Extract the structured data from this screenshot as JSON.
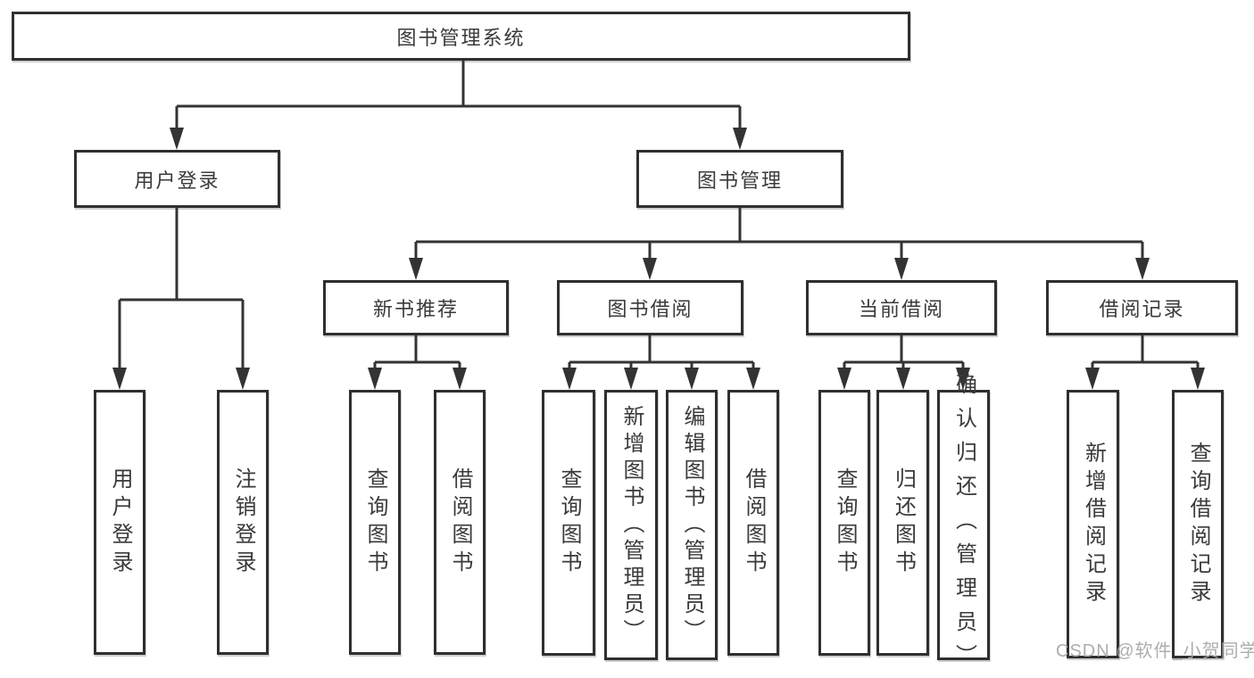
{
  "tree": {
    "label": "图书管理系统",
    "children": [
      {
        "label": "用户登录",
        "children": [
          {
            "label": "用户登录"
          },
          {
            "label": "注销登录"
          }
        ]
      },
      {
        "label": "图书管理",
        "children": [
          {
            "label": "新书推荐",
            "children": [
              {
                "label": "查询图书"
              },
              {
                "label": "借阅图书"
              }
            ]
          },
          {
            "label": "图书借阅",
            "children": [
              {
                "label": "查询图书"
              },
              {
                "label": "新增图书（管理员）"
              },
              {
                "label": "编辑图书（管理员）"
              },
              {
                "label": "借阅图书"
              }
            ]
          },
          {
            "label": "当前借阅",
            "children": [
              {
                "label": "查询图书"
              },
              {
                "label": "归还图书"
              },
              {
                "label": "确认归还（管理员）"
              }
            ]
          },
          {
            "label": "借阅记录",
            "children": [
              {
                "label": "新增借阅记录"
              },
              {
                "label": "查询借阅记录"
              }
            ]
          }
        ]
      }
    ]
  },
  "watermark": {
    "text": "CSDN @软件_小贺同学"
  },
  "colors": {
    "line": "#333333",
    "box_border": "#2f2f2f",
    "text": "#3a3a3a",
    "watermark": "#a6a6a6",
    "background": "#ffffff"
  }
}
